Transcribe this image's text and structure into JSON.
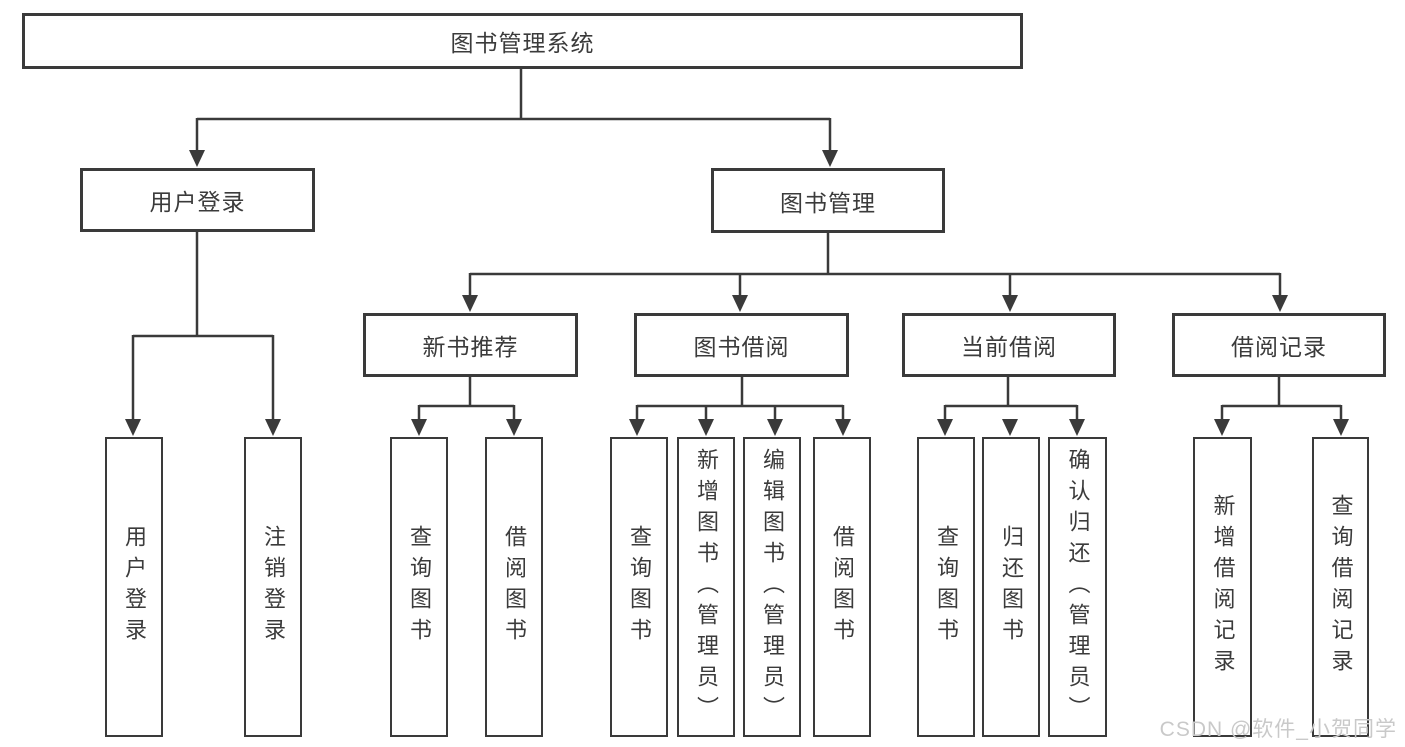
{
  "tree": {
    "label": "图书管理系统",
    "children": [
      {
        "label": "用户登录",
        "children": [
          {
            "label": "用户登录"
          },
          {
            "label": "注销登录"
          }
        ]
      },
      {
        "label": "图书管理",
        "children": [
          {
            "label": "新书推荐",
            "children": [
              {
                "label": "查询图书"
              },
              {
                "label": "借阅图书"
              }
            ]
          },
          {
            "label": "图书借阅",
            "children": [
              {
                "label": "查询图书"
              },
              {
                "label": "新增图书（管理员）"
              },
              {
                "label": "编辑图书（管理员）"
              },
              {
                "label": "借阅图书"
              }
            ]
          },
          {
            "label": "当前借阅",
            "children": [
              {
                "label": "查询图书"
              },
              {
                "label": "归还图书"
              },
              {
                "label": "确认归还（管理员）"
              }
            ]
          },
          {
            "label": "借阅记录",
            "children": [
              {
                "label": "新增借阅记录"
              },
              {
                "label": "查询借阅记录"
              }
            ]
          }
        ]
      }
    ]
  },
  "watermark": {
    "text": "CSDN @软件_小贺同学"
  },
  "colors": {
    "line": "#3a3a3a",
    "box_border": "#3a3a3a",
    "text": "#3b3b3b",
    "watermark": "#c9c9c9",
    "background": "#ffffff"
  }
}
